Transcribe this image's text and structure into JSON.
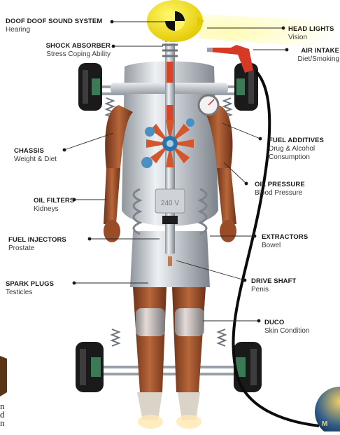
{
  "labels": {
    "sound_system": {
      "title": "DOOF DOOF SOUND SYSTEM",
      "sub": "Hearing"
    },
    "shock_absorber": {
      "title": "SHOCK ABSORBER",
      "sub": "Stress Coping Ability"
    },
    "chassis": {
      "title": "CHASSIS",
      "sub": "Weight & Diet"
    },
    "oil_filters": {
      "title": "OIL FILTERS",
      "sub": "Kidneys"
    },
    "fuel_injectors": {
      "title": "FUEL INJECTORS",
      "sub": "Prostate"
    },
    "spark_plugs": {
      "title": "SPARK PLUGS",
      "sub": "Testicles"
    },
    "head_lights": {
      "title": "HEAD LIGHTS",
      "sub": "Vision"
    },
    "air_intake": {
      "title": "AIR INTAKE",
      "sub": "Diet/Smoking"
    },
    "fuel_additives": {
      "title": "FUEL ADDITIVES",
      "sub1": "Drug & Alcohol",
      "sub2": "Consumption"
    },
    "oil_pressure": {
      "title": "OIL PRESSURE",
      "sub": "Blood Pressure"
    },
    "extractors": {
      "title": "EXTRACTORS",
      "sub": "Bowel"
    },
    "drive_shaft": {
      "title": "DRIVE SHAFT",
      "sub": "Penis"
    },
    "duco": {
      "title": "DUCO",
      "sub": "Skin Condition"
    }
  },
  "battery_text": "240 V",
  "edge_fragment": [
    "n",
    "d",
    "n"
  ],
  "badge_text": "M",
  "colors": {
    "skin": "#a8592e",
    "skin_dark": "#6e3218",
    "chrome": "#c9ced4",
    "chrome_dark": "#8e949b",
    "head": "#f5e600",
    "tire": "#1a1a1a",
    "hub": "#3a7a55",
    "fan": "#d4562c",
    "hose": "#0b0b0b",
    "nozzle": "#d63a24"
  }
}
